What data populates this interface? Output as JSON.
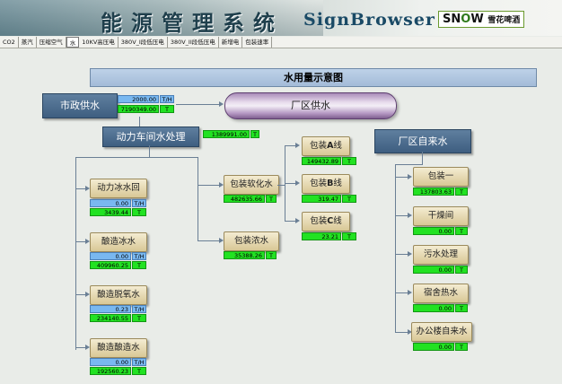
{
  "banner": {
    "title": "能源管理系统",
    "brand": "SignBrowser",
    "logo_snow_pre": "SN",
    "logo_snow_o": "O",
    "logo_snow_post": "W",
    "logo_cn": "雪花啤酒"
  },
  "tabs": [
    "CO2",
    "蒸汽",
    "压缩空气",
    "水",
    "10KV高压电",
    "380V_I段低压电",
    "380V_II段低压电",
    "新增电",
    "包装速率"
  ],
  "active_tab": "水",
  "page_title": "水用量示意图",
  "nodes": {
    "municipal": {
      "label": "市政供水",
      "flow": "2000.00",
      "flow_unit": "T/H",
      "total": "7190349.00",
      "total_unit": "T"
    },
    "plant_supply": {
      "label": "厂区供水"
    },
    "power_water": {
      "label": "动力车间水处理",
      "total": "1389991.00",
      "total_unit": "T"
    },
    "plant_tap": {
      "label": "厂区自来水"
    },
    "soft_water": {
      "label": "包装软化水",
      "total": "482635.66",
      "total_unit": "T"
    },
    "conc_water": {
      "label": "包装浓水",
      "total": "35388.26",
      "total_unit": "T"
    },
    "line_a": {
      "label_pre": "包装",
      "label_letter": "A",
      "label_post": "线",
      "total": "149432.89",
      "total_unit": "T"
    },
    "line_b": {
      "label_pre": "包装",
      "label_letter": "B",
      "label_post": "线",
      "total": "319.47",
      "total_unit": "T"
    },
    "line_c": {
      "label_pre": "包装",
      "label_letter": "C",
      "label_post": "线",
      "total": "23.21",
      "total_unit": "T"
    },
    "ice_water": {
      "label": "动力冰水回",
      "flow": "0.00",
      "flow_unit": "T/H",
      "total": "3439.44",
      "total_unit": "T"
    },
    "brew_ice": {
      "label": "酿造冰水",
      "flow": "0.00",
      "flow_unit": "T/H",
      "total": "409960.25",
      "total_unit": "T"
    },
    "brew_deox": {
      "label": "酿造脱氧水",
      "flow": "0.23",
      "flow_unit": "T/H",
      "total": "234140.55",
      "total_unit": "T"
    },
    "brew_water": {
      "label": "酿造酿造水",
      "flow": "0.00",
      "flow_unit": "T/H",
      "total": "192560.23",
      "total_unit": "T"
    },
    "pkg_one": {
      "label": "包装一",
      "total": "137803.63",
      "total_unit": "T"
    },
    "dry_room": {
      "label": "干燥间",
      "total": "0.00",
      "total_unit": "T"
    },
    "sewage": {
      "label": "污水处理",
      "total": "0.00",
      "total_unit": "T"
    },
    "dorm_heat": {
      "label": "宿舍热水",
      "total": "0.00",
      "total_unit": "T"
    },
    "office_tap": {
      "label": "办公楼自来水",
      "total": "0.00",
      "total_unit": "T"
    }
  }
}
